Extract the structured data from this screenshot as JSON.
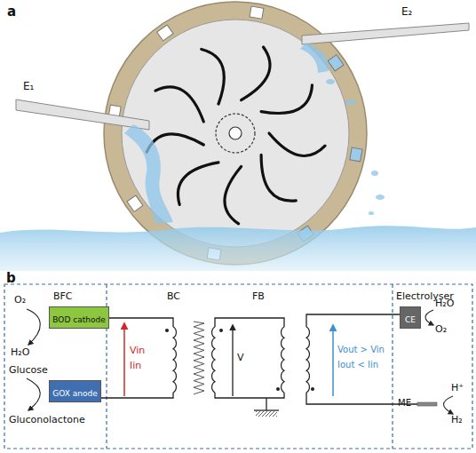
{
  "diagram": {
    "nodes": [
      {
        "text": [
          "BFC"
        ]
      },
      {
        "text": [
          "BOD cathode"
        ],
        "in": 0
      },
      {
        "text": [
          "GOX anode"
        ],
        "in": 0
      },
      {
        "text": [
          "BC"
        ]
      },
      {
        "text": [
          "FB"
        ]
      },
      {
        "text": [
          "Electrolyser"
        ]
      },
      {
        "text": [
          "CE"
        ],
        "in": 5
      }
    ],
    "labels": [
      "a",
      "E₁",
      "E₂",
      "b",
      "O₂",
      "H₂O",
      "Glucose",
      "Gluconolactone",
      "Vin",
      "Iin",
      "V",
      "Vout > Vin",
      "Iout < Iin",
      "H₂O",
      "O₂",
      "ME",
      "H⁺",
      "H₂"
    ]
  }
}
